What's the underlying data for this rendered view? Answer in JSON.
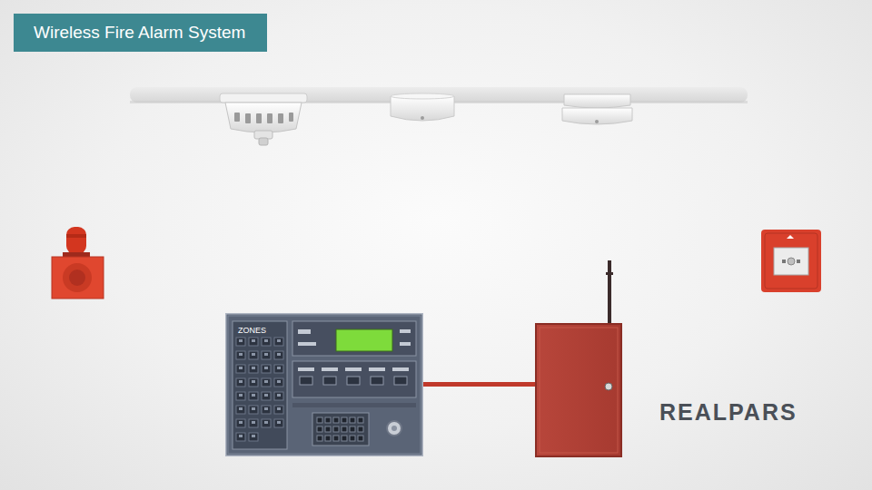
{
  "diagram": {
    "title": "Wireless Fire Alarm System",
    "nodes": [
      {
        "text": [
          "ZONES"
        ]
      }
    ],
    "labels": [
      "REALPARS"
    ]
  }
}
